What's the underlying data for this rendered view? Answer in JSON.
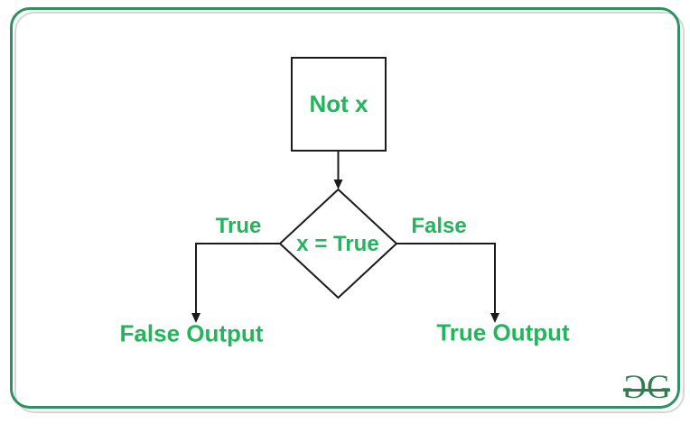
{
  "colors": {
    "green_text": "#23b55c",
    "green_border": "#2f9162",
    "shadow": "#d6d6d6",
    "line": "#1b1b1b",
    "logo_green": "#2f7d4f"
  },
  "flowchart": {
    "start_label": "Not x",
    "decision_label": "x = True",
    "branches": {
      "left": {
        "condition_label": "True",
        "output_label": "False Output"
      },
      "right": {
        "condition_label": "False",
        "output_label": "True Output"
      }
    }
  },
  "branding": {
    "logo_text": "GG",
    "logo_left_glyph": "G",
    "logo_right_glyph": "G"
  }
}
